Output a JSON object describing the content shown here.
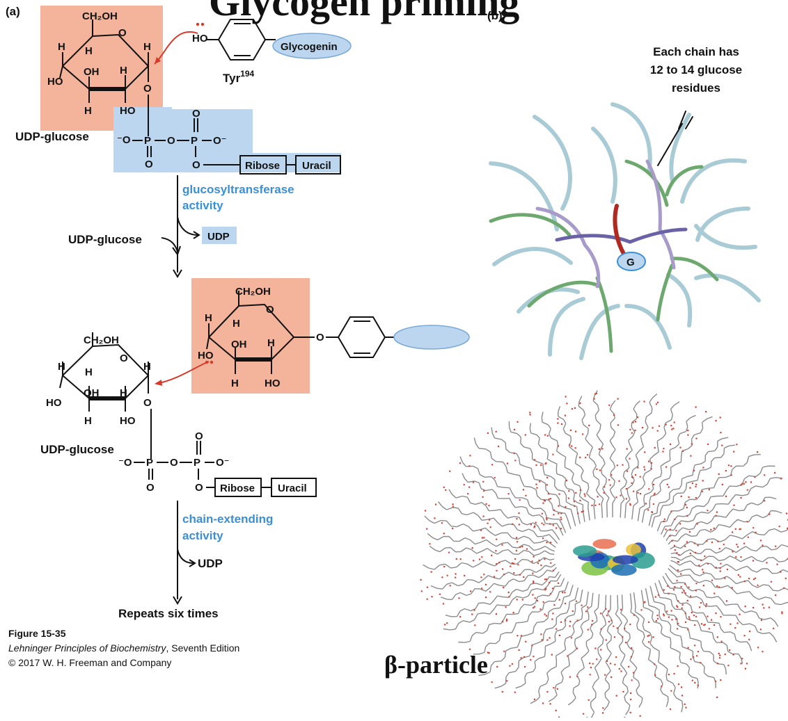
{
  "title_fragment": "Glycogen priming",
  "panel_labels": {
    "a": "(a)",
    "b": "(b)"
  },
  "atoms": {
    "ch2oh": "CH₂OH",
    "o": "O",
    "h": "H",
    "oh": "OH",
    "ho": "HO",
    "p": "P",
    "o_minus": "⁻O",
    "minus_o": "O⁻"
  },
  "top": {
    "hydroxyl": "HO",
    "glycogenin": "Glycogenin",
    "tyr": "Tyr",
    "tyr_sup": "194",
    "udp_glucose": "UDP-glucose",
    "ribose": "Ribose",
    "uracil": "Uracil"
  },
  "step1": {
    "enzyme_line1": "glucosyltransferase",
    "enzyme_line2": "activity",
    "substrate": "UDP-glucose",
    "product": "UDP"
  },
  "middle": {
    "udp_glucose": "UDP-glucose",
    "ribose": "Ribose",
    "uracil": "Uracil"
  },
  "step2": {
    "enzyme_line1": "chain-extending",
    "enzyme_line2": "activity",
    "product": "UDP",
    "repeat": "Repeats six times"
  },
  "caption": {
    "figure": "Figure 15-35",
    "book_italic": "Lehninger Principles of Biochemistry",
    "book_rest": ", Seventh Edition",
    "copyright": "© 2017 W. H. Freeman and Company"
  },
  "panel_b": {
    "note_line1": "Each chain has",
    "note_line2": "12 to 14 glucose",
    "note_line3": "residues",
    "core_label": "G",
    "particle_label": "β-particle"
  },
  "colors": {
    "glucose_box": "#f3b49b",
    "udp_box": "#bcd6ef",
    "enzyme_text": "#3a8fd6",
    "arrow_red": "#d63a2a",
    "chain_outer": "#a9cbd6",
    "chain_mid": "#6da86f",
    "chain_inner": "#a89ac9",
    "chain_core": "#6a62a6",
    "primer_red": "#b02a22",
    "glycogenin_fill": "#bcd6ef"
  }
}
